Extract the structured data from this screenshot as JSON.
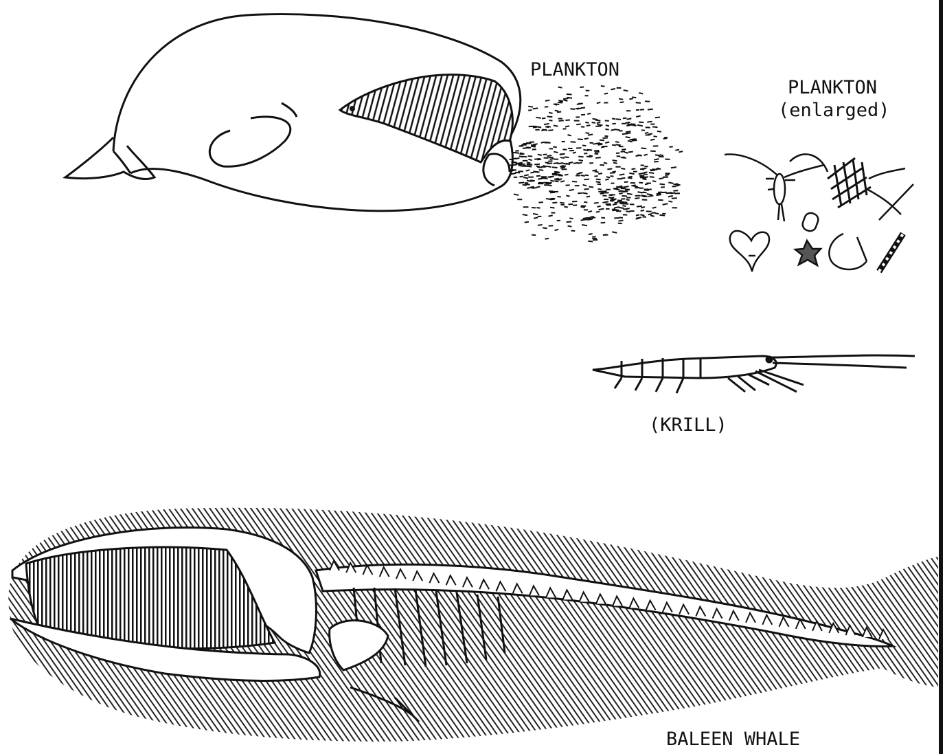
{
  "labels": {
    "plankton": "PLANKTON",
    "plankton_enlarged_line1": "PLANKTON",
    "plankton_enlarged_line2": "(enlarged)",
    "krill": "(KRILL)",
    "baleen_whale": "BALEEN WHALE"
  },
  "colors": {
    "ink": "#111111",
    "paper": "#ffffff"
  }
}
